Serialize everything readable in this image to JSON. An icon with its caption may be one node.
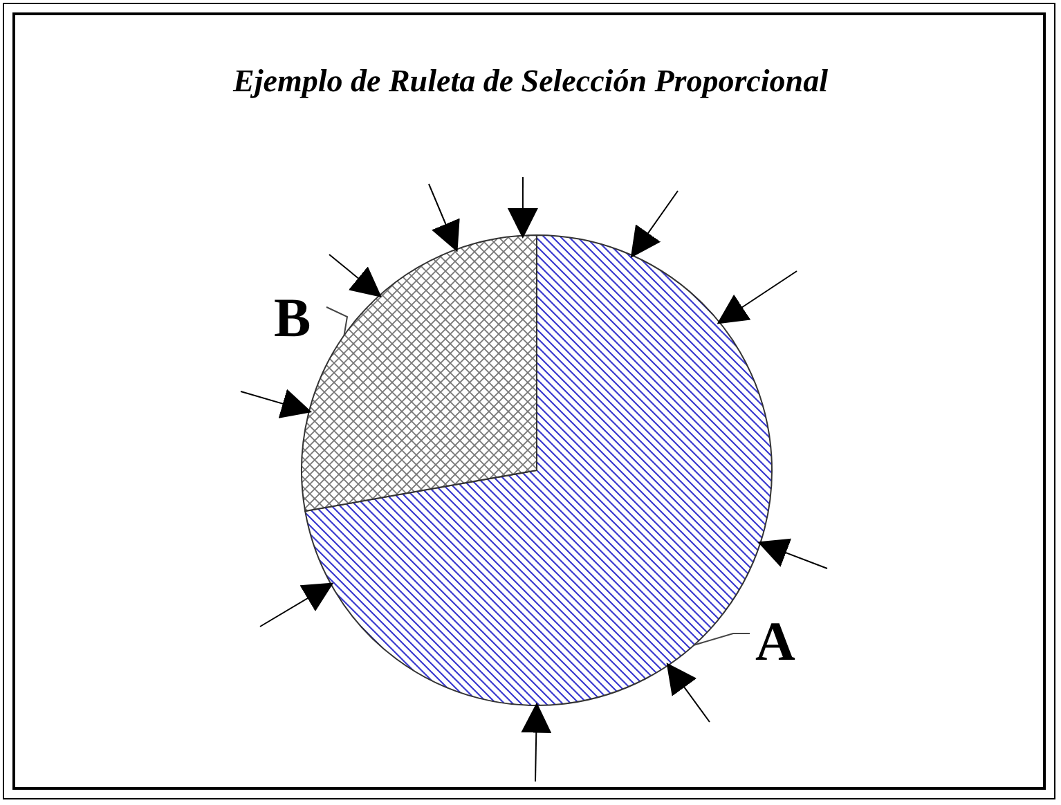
{
  "diagram": {
    "title": "Ejemplo de Ruleta de Selección Proporcional",
    "nodes": [
      {
        "text": [],
        "shape": "sector"
      },
      {
        "text": [],
        "shape": "sector"
      },
      {
        "text": [
          "B"
        ]
      },
      {
        "text": [
          "A"
        ]
      }
    ],
    "edges": [
      {
        "from": 2,
        "to": 1,
        "arrow": "none"
      },
      {
        "from": 3,
        "to": 0,
        "arrow": "none"
      },
      {
        "from": null,
        "to": 1,
        "arrow": "to"
      },
      {
        "from": null,
        "to": 0,
        "arrow": "to"
      },
      {
        "from": null,
        "to": 0,
        "arrow": "to"
      },
      {
        "from": null,
        "to": 0,
        "arrow": "to"
      },
      {
        "from": null,
        "to": 0,
        "arrow": "to"
      },
      {
        "from": null,
        "to": 0,
        "arrow": "to"
      },
      {
        "from": null,
        "to": 0,
        "arrow": "to"
      },
      {
        "from": null,
        "to": 1,
        "arrow": "to"
      },
      {
        "from": null,
        "to": 1,
        "arrow": "to"
      },
      {
        "from": null,
        "to": 1,
        "arrow": "to"
      }
    ]
  }
}
